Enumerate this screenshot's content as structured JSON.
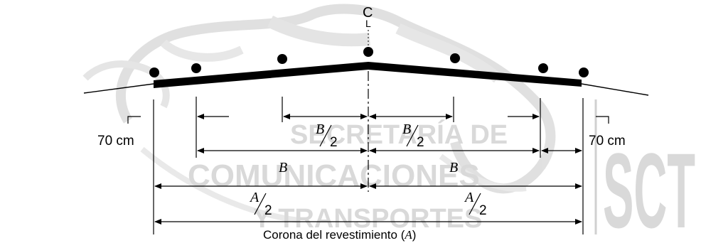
{
  "watermark": {
    "line1": "SECRETARÍA DE",
    "line2": "COMUNICACIONES",
    "line3": "Y TRANSPORTES",
    "logo": "SCT"
  },
  "centerline": {
    "symbol_top": "C",
    "symbol_bottom": "L"
  },
  "labels": {
    "left_offset": "70 cm",
    "right_offset": "70 cm",
    "half_b_numerator": "B",
    "half_b_denominator": "2",
    "b": "B",
    "half_a_numerator": "A",
    "half_a_denominator": "2",
    "crown_text": "Corona del revestimiento (",
    "crown_var": "A",
    "crown_close": ")"
  }
}
